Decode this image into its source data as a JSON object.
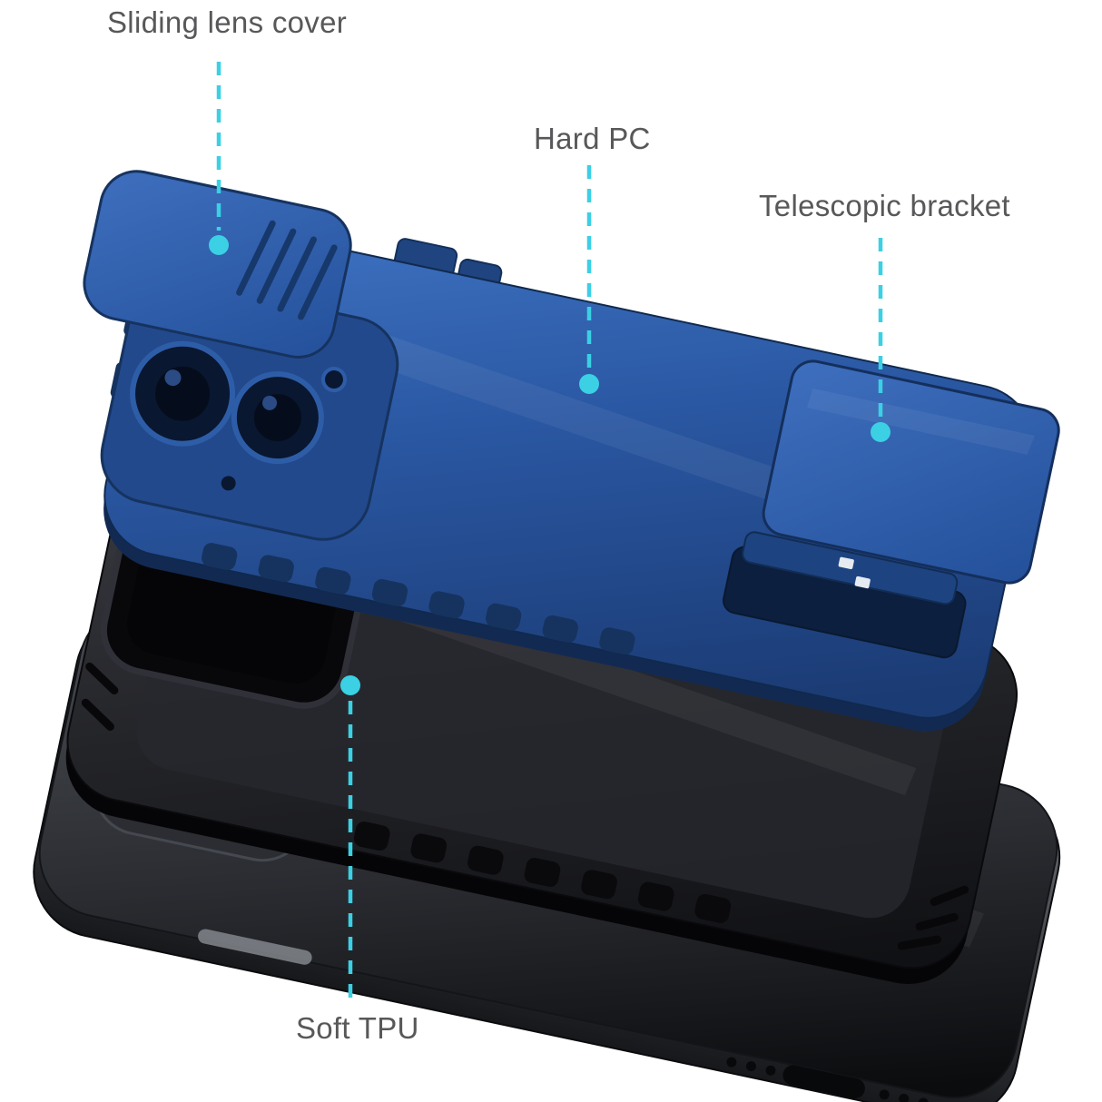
{
  "callouts": {
    "sliding_lens_cover": "Sliding lens cover",
    "hard_pc": "Hard PC",
    "telescopic_bracket": "Telescopic bracket",
    "soft_tpu": "Soft TPU"
  },
  "colors": {
    "background": "#ffffff",
    "accent_cyan": "#3bd0e4",
    "label_text": "#58585a",
    "hard_pc_blue": "#2a57a2",
    "soft_tpu_black": "#1b1c20",
    "phone_graphite": "#3a3d43"
  }
}
